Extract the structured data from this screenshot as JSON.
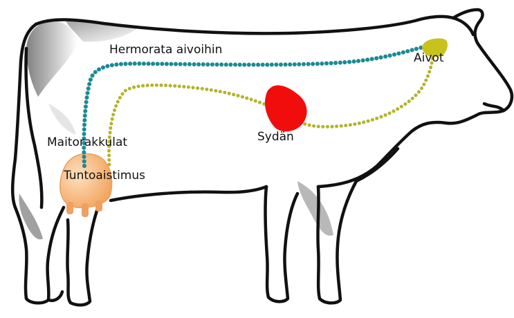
{
  "labels": {
    "nerve_path": "Hermorata aivoihin",
    "brain": "Aivot",
    "heart": "Sydän",
    "alveoli": "Maitorakkulat",
    "touch": "Tuntoaistimus"
  },
  "colors": {
    "outline": "#111111",
    "shading": "#9a9a9a",
    "nerve_teal": "#1a8a96",
    "nerve_olive": "#b4b42a",
    "brain": "#c8c21a",
    "heart": "#f20d0d",
    "udder": "#f6b77c",
    "udder_dark": "#f0a060"
  },
  "icons": [
    "cow-outline",
    "brain-shape",
    "heart-shape",
    "udder-shape"
  ]
}
